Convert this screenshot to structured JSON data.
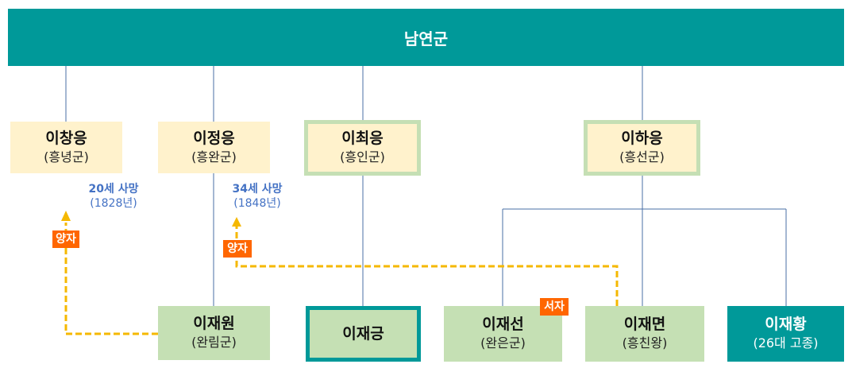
{
  "root": {
    "name": "남연군"
  },
  "nodes": {
    "changeung": {
      "name": "이창응",
      "title": "(흥녕군)"
    },
    "jeongeung": {
      "name": "이정응",
      "title": "(흥완군)"
    },
    "choeeung": {
      "name": "이최응",
      "title": "(흥인군)"
    },
    "haeung": {
      "name": "이하응",
      "title": "(흥선군)"
    },
    "jaewon": {
      "name": "이재원",
      "title": "(완림군)"
    },
    "jaegeung": {
      "name": "이재긍"
    },
    "jaeseon": {
      "name": "이재선",
      "title": "(완은군)"
    },
    "jaemyeon": {
      "name": "이재면",
      "title": "(흥친왕)"
    },
    "jaehwang": {
      "name": "이재황",
      "title": "(26대 고종)"
    }
  },
  "notes": {
    "changeung_death": {
      "age": "20세 사망",
      "year": "(1828년)"
    },
    "jeongeung_death": {
      "age": "34세 사망",
      "year": "(1848년)"
    }
  },
  "tags": {
    "adoption_1": "양자",
    "adoption_2": "양자",
    "illegitimate": "서자"
  },
  "colors": {
    "teal": "#009999",
    "cream": "#fff2cc",
    "light_green": "#c5e0b4",
    "line_blue": "#4a6fa5",
    "adoption_line": "#f5b800",
    "tag_orange": "#ff6600",
    "note_blue": "#4472c4"
  }
}
